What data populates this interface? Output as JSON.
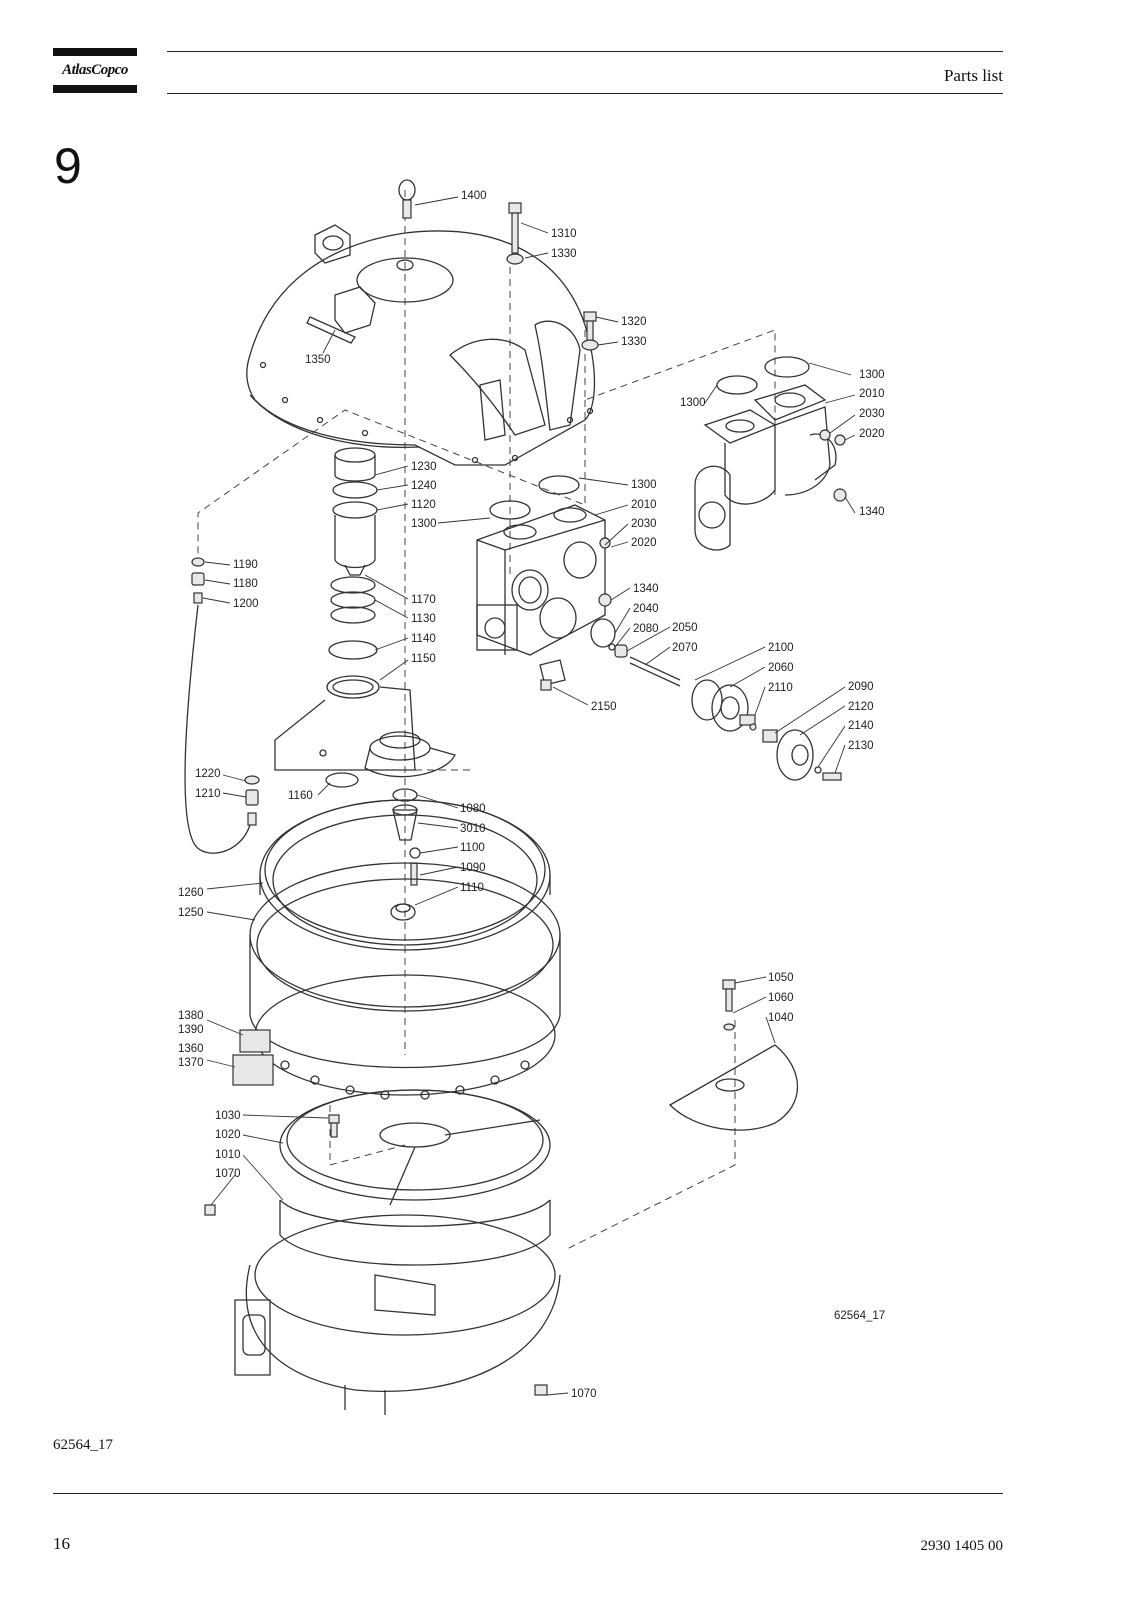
{
  "header": {
    "brand": "AtlasCopco",
    "section_title": "Parts list"
  },
  "section": {
    "number": "9"
  },
  "figure": {
    "drawing_code": "62564_17",
    "part_labels": [
      "1400",
      "1310",
      "1330",
      "1320",
      "1330",
      "1350",
      "1300",
      "2010",
      "2030",
      "2020",
      "1300",
      "1340",
      "1230",
      "1240",
      "1120",
      "1300",
      "1300",
      "2010",
      "2030",
      "2020",
      "1190",
      "1180",
      "1200",
      "1170",
      "1130",
      "1140",
      "1150",
      "1340",
      "2040",
      "2080",
      "2050",
      "2070",
      "2100",
      "2060",
      "2110",
      "2090",
      "2120",
      "2140",
      "2130",
      "2150",
      "1220",
      "1210",
      "1160",
      "1080",
      "3010",
      "1100",
      "1090",
      "1110",
      "1260",
      "1250",
      "1050",
      "1060",
      "1040",
      "1380",
      "1390",
      "1360",
      "1370",
      "1030",
      "1020",
      "1010",
      "1070",
      "1070"
    ]
  },
  "footer": {
    "figure_code": "62564_17",
    "page_number": "16",
    "document_number": "2930 1405 00"
  }
}
